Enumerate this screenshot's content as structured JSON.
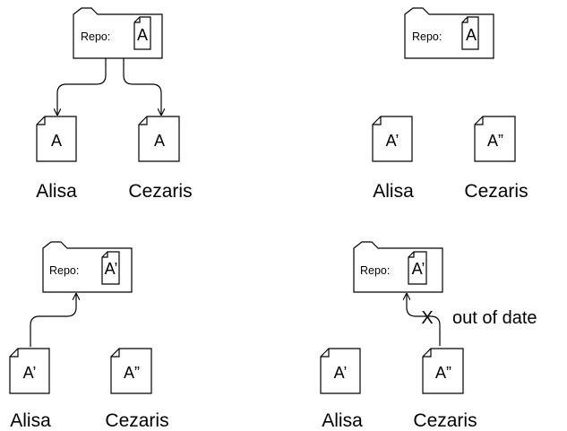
{
  "panels": [
    {
      "repo": {
        "label": "Repo:",
        "doc": "A"
      },
      "alisa": {
        "doc": "A",
        "name": "Alisa"
      },
      "cezaris": {
        "doc": "A",
        "name": "Cezaris"
      }
    },
    {
      "repo": {
        "label": "Repo:",
        "doc": "A"
      },
      "alisa": {
        "doc": "A’",
        "name": "Alisa"
      },
      "cezaris": {
        "doc": "A”",
        "name": "Cezaris"
      }
    },
    {
      "repo": {
        "label": "Repo:",
        "doc": "A’"
      },
      "alisa": {
        "doc": "A’",
        "name": "Alisa"
      },
      "cezaris": {
        "doc": "A”",
        "name": "Cezaris"
      }
    },
    {
      "repo": {
        "label": "Repo:",
        "doc": "A’"
      },
      "alisa": {
        "doc": "A’",
        "name": "Alisa"
      },
      "cezaris": {
        "doc": "A”",
        "name": "Cezaris"
      },
      "rejected_mark": "X",
      "note": "out of date"
    }
  ]
}
